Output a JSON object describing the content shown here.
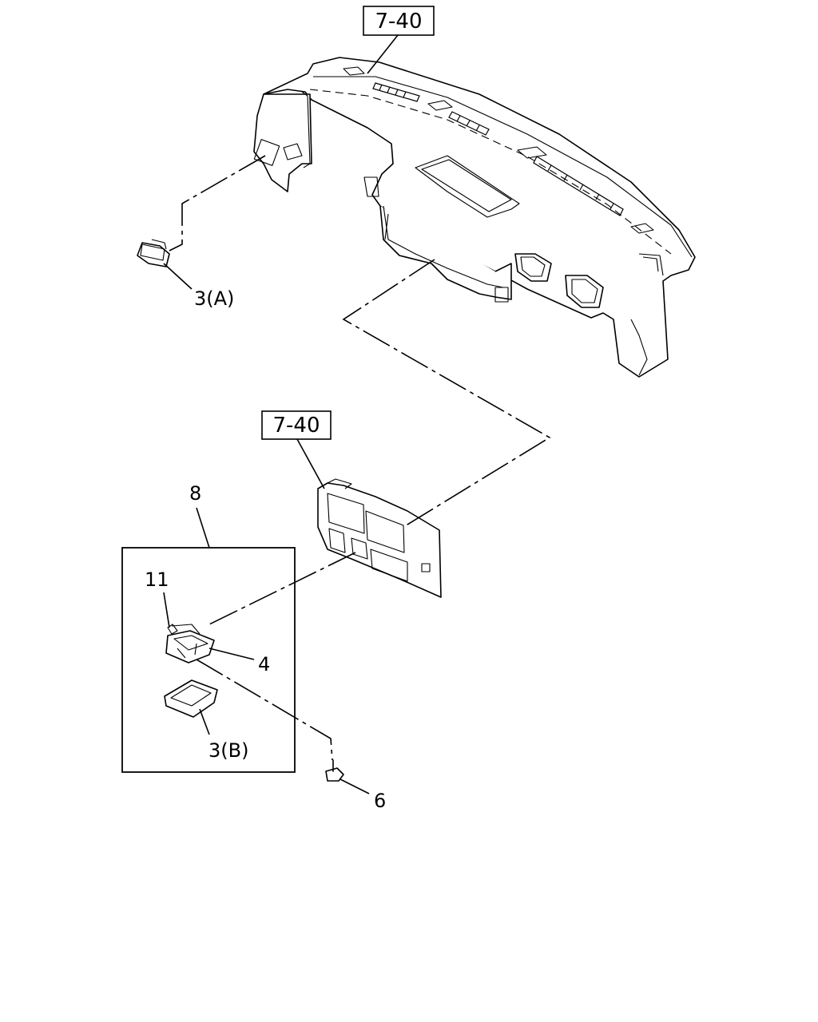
{
  "callouts": {
    "ref_top": "7-40",
    "ref_mid": "7-40",
    "part_3a": "3(A)",
    "part_8": "8",
    "part_11": "11",
    "part_4": "4",
    "part_3b": "3(B)",
    "part_6": "6"
  }
}
